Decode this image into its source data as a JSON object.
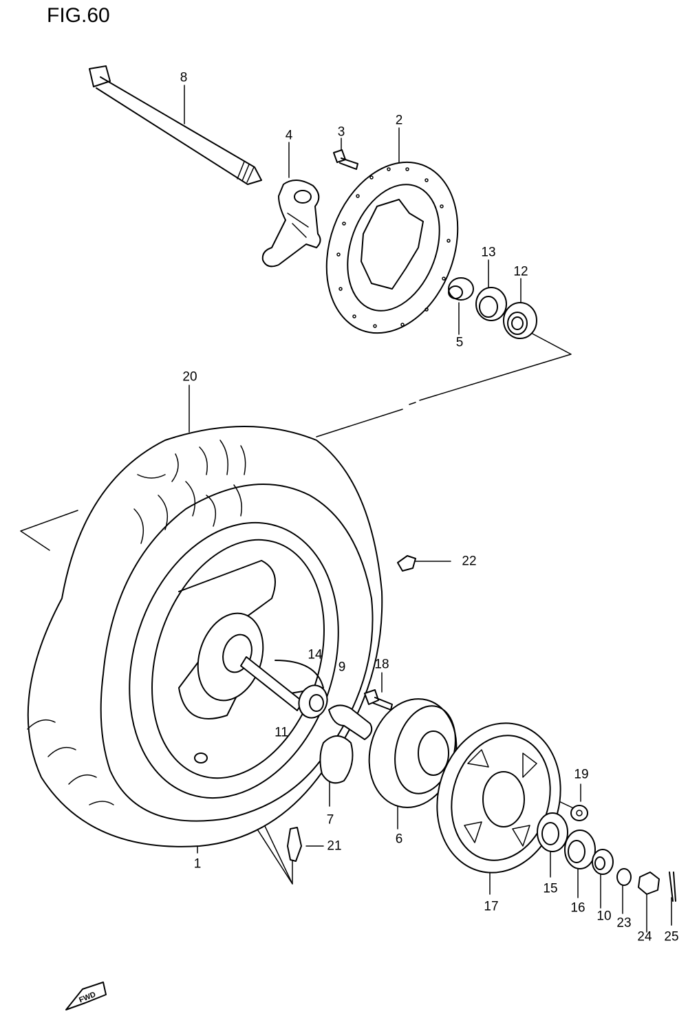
{
  "figure": {
    "title": "FIG.60"
  },
  "callouts": {
    "c1": "1",
    "c2": "2",
    "c3": "3",
    "c4": "4",
    "c5": "5",
    "c6": "6",
    "c7": "7",
    "c8": "8",
    "c9": "9",
    "c10": "10",
    "c11": "11",
    "c12": "12",
    "c13": "13",
    "c14": "14",
    "c15": "15",
    "c16": "16",
    "c17": "17",
    "c18": "18",
    "c19": "19",
    "c20": "20",
    "c21": "21",
    "c22": "22",
    "c23": "23",
    "c24": "24",
    "c25": "25"
  },
  "fwd_badge": {
    "label": "FWD"
  }
}
